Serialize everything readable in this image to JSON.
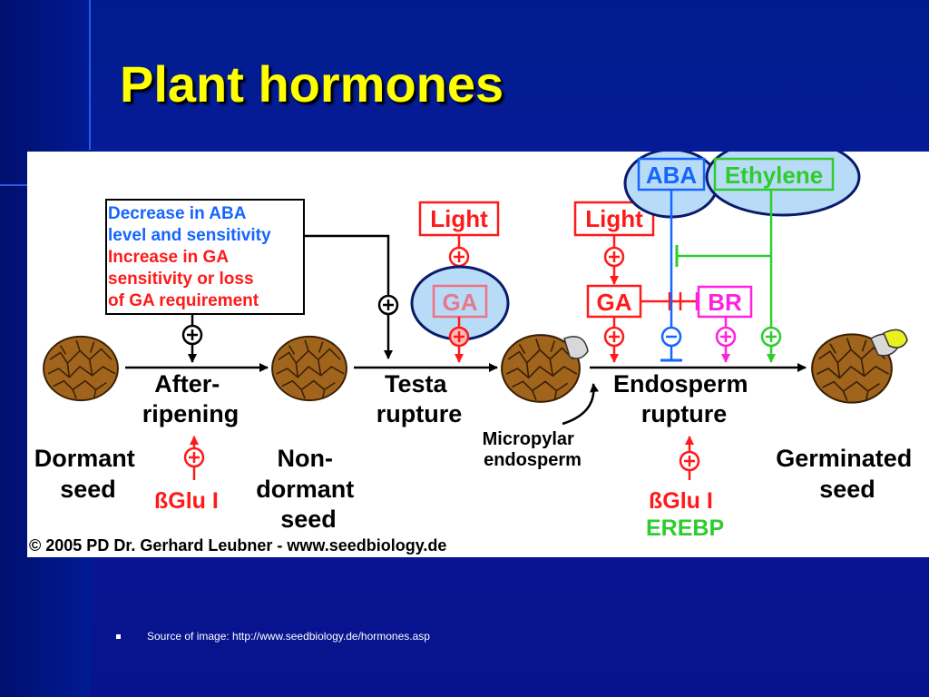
{
  "slide": {
    "title": "Plant hormones",
    "source_note": "Source of image: http://www.seedbiology.de/hormones.asp"
  },
  "diagram": {
    "box_text": {
      "aba_lines": [
        "Decrease in ABA",
        "level and sensitivity"
      ],
      "ga_lines": [
        "Increase in GA",
        "sensitivity or loss",
        "of GA requirement"
      ]
    },
    "hormones": {
      "light_1": "Light",
      "light_2": "Light",
      "ga_1": "GA",
      "ga_2": "GA",
      "br": "BR",
      "aba": "ABA",
      "ethylene": "Ethylene"
    },
    "stages": {
      "after_ripening": [
        "After-",
        "ripening"
      ],
      "testa_rupture": [
        "Testa",
        "rupture"
      ],
      "endosperm_rupture": [
        "Endosperm",
        "rupture"
      ]
    },
    "seeds": {
      "dormant": [
        "Dormant",
        "seed"
      ],
      "non_dormant": [
        "Non-",
        "dormant",
        "seed"
      ],
      "germinated": [
        "Germinated",
        "seed"
      ]
    },
    "micropylar": [
      "Micropylar",
      "endosperm"
    ],
    "enzymes": {
      "bglu_1": "ßGlu I",
      "bglu_2": "ßGlu I",
      "erebp": "EREBP"
    },
    "copyright": "© 2005 PD Dr. Gerhard Leubner - www.seedbiology.de",
    "colors": {
      "red": "#ff1a1a",
      "blue": "#1565ff",
      "green": "#2ecc2e",
      "magenta": "#ff22dd",
      "seed_brown": "#a0641c",
      "highlight_fill": "#b8dcf8",
      "highlight_stroke": "#0a1a6a"
    }
  }
}
